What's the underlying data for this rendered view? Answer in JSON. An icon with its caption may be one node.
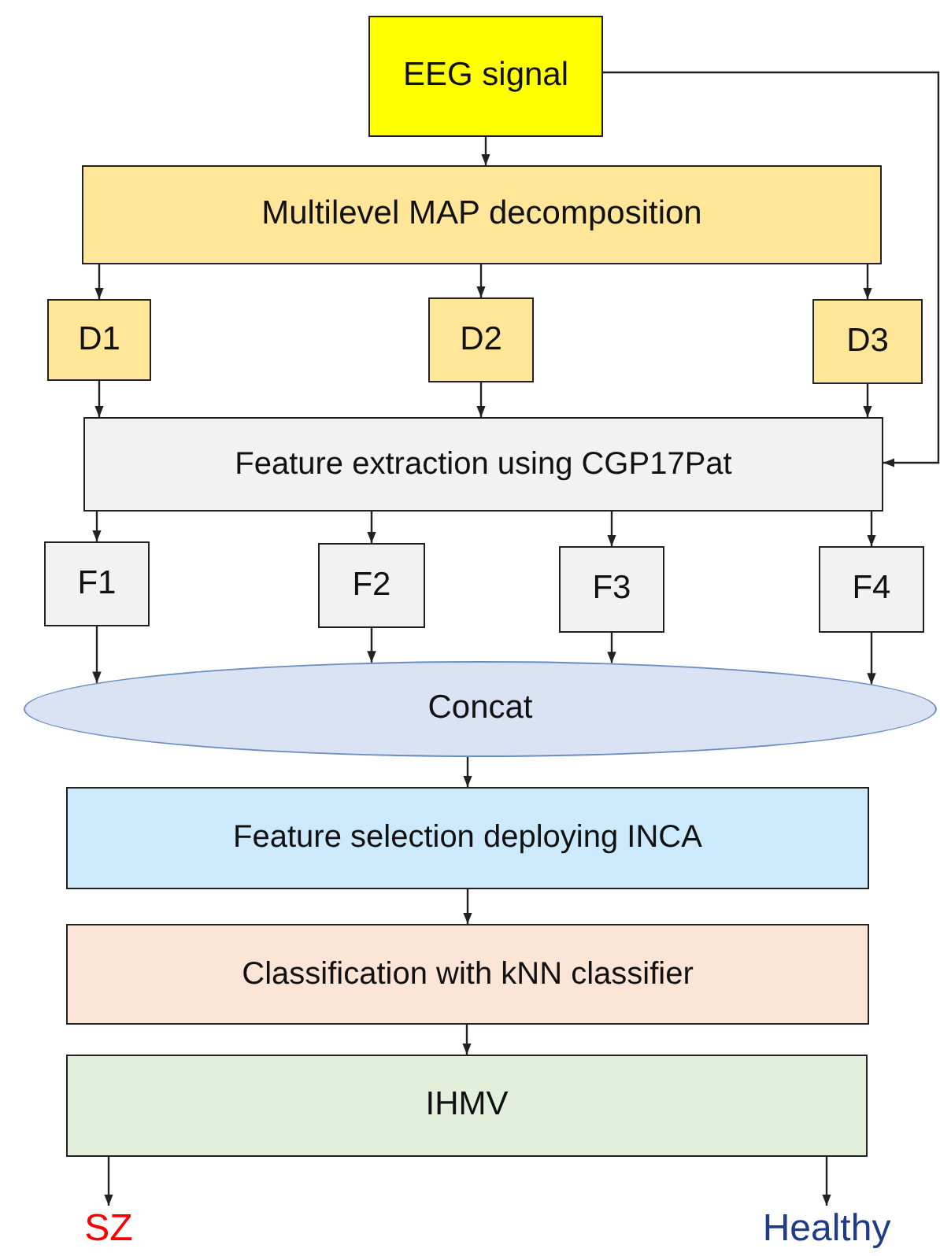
{
  "diagram": {
    "nodes": [
      {
        "text": [
          "EEG signal"
        ]
      },
      {
        "text": [
          "Multilevel MAP decomposition"
        ]
      },
      {
        "text": [
          "D1"
        ]
      },
      {
        "text": [
          "D2"
        ]
      },
      {
        "text": [
          "D3"
        ]
      },
      {
        "text": [
          "Feature extraction using CGP17Pat"
        ]
      },
      {
        "text": [
          "F1"
        ]
      },
      {
        "text": [
          "F2"
        ]
      },
      {
        "text": [
          "F3"
        ]
      },
      {
        "text": [
          "F4"
        ]
      },
      {
        "text": [
          "Concat"
        ]
      },
      {
        "text": [
          "Feature selection deploying INCA"
        ]
      },
      {
        "text": [
          "Classification with kNN classifier"
        ]
      },
      {
        "text": [
          "IHMV"
        ]
      },
      {
        "text": [
          "SZ"
        ]
      },
      {
        "text": [
          "Healthy"
        ]
      }
    ],
    "edges": [
      {
        "from": 0,
        "to": 1,
        "arrow": "to"
      },
      {
        "from": 1,
        "to": 2,
        "arrow": "to"
      },
      {
        "from": 1,
        "to": 3,
        "arrow": "to"
      },
      {
        "from": 1,
        "to": 4,
        "arrow": "to"
      },
      {
        "from": 2,
        "to": 5,
        "arrow": "to"
      },
      {
        "from": 3,
        "to": 5,
        "arrow": "to"
      },
      {
        "from": 4,
        "to": 5,
        "arrow": "to"
      },
      {
        "from": 0,
        "to": 5,
        "arrow": "to"
      },
      {
        "from": 5,
        "to": 6,
        "arrow": "to"
      },
      {
        "from": 5,
        "to": 7,
        "arrow": "to"
      },
      {
        "from": 5,
        "to": 8,
        "arrow": "to"
      },
      {
        "from": 5,
        "to": 9,
        "arrow": "to"
      },
      {
        "from": 6,
        "to": 10,
        "arrow": "to"
      },
      {
        "from": 7,
        "to": 10,
        "arrow": "to"
      },
      {
        "from": 8,
        "to": 10,
        "arrow": "to"
      },
      {
        "from": 9,
        "to": 10,
        "arrow": "to"
      },
      {
        "from": 10,
        "to": 11,
        "arrow": "to"
      },
      {
        "from": 11,
        "to": 12,
        "arrow": "to"
      },
      {
        "from": 12,
        "to": 13,
        "arrow": "to"
      },
      {
        "from": 13,
        "to": 14,
        "arrow": "to"
      },
      {
        "from": 13,
        "to": 15,
        "arrow": "to"
      }
    ]
  }
}
